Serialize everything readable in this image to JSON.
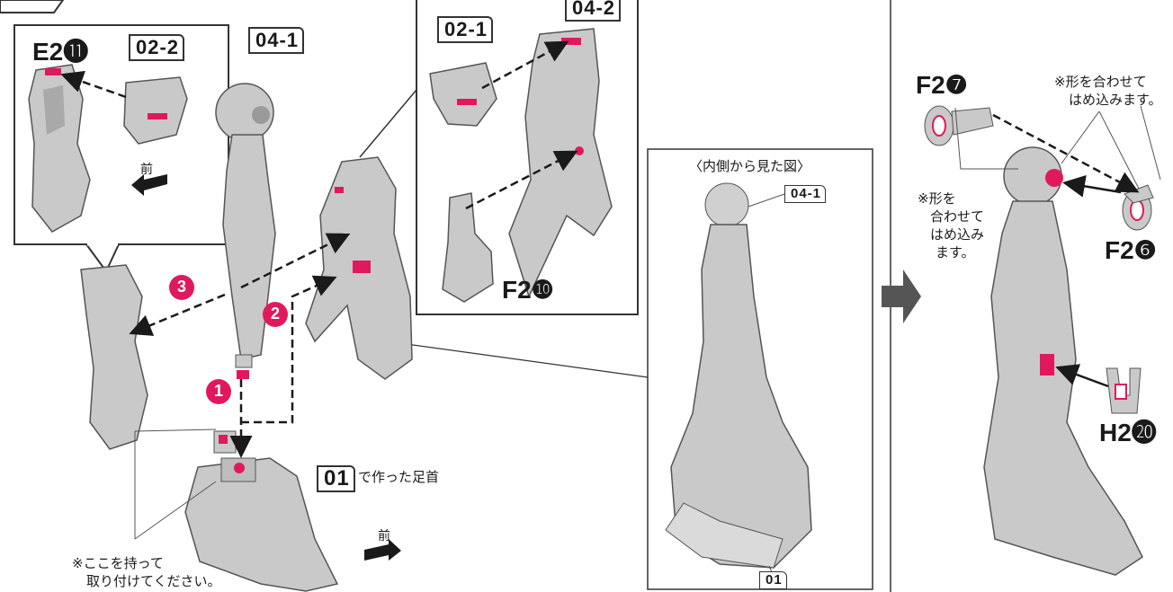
{
  "colors": {
    "accent": "#e0195e",
    "part_fill": "#c9c9c9",
    "part_dark": "#8e8e8e",
    "outline": "#333333"
  },
  "steps": {
    "step1": "1",
    "step2": "2",
    "step3": "3"
  },
  "parts": {
    "e2_11": "E2⓫",
    "p02_2": "02-2",
    "p04_1": "04-1",
    "p02_1": "02-1",
    "p04_2": "04-2",
    "f2_10": "F2❿",
    "p04_1_side": "04-1",
    "p01_side": "01",
    "p01": "01",
    "f2_7": "F2❼",
    "f2_6": "F2❻",
    "h2_20": "H2⓴"
  },
  "text": {
    "front_1": "前",
    "front_2": "前",
    "made_in_01": "で作った足首",
    "hold_note_1": "※ここを持って",
    "hold_note_2": "取り付けてください。",
    "inside_view": "〈内側から見た図〉",
    "fit_note_a1": "※形を合わせて",
    "fit_note_a2": "はめ込みます。",
    "fit_note_b1": "※形を",
    "fit_note_b2": "合わせて",
    "fit_note_b3": "はめ込み",
    "fit_note_b4": "ます。"
  }
}
